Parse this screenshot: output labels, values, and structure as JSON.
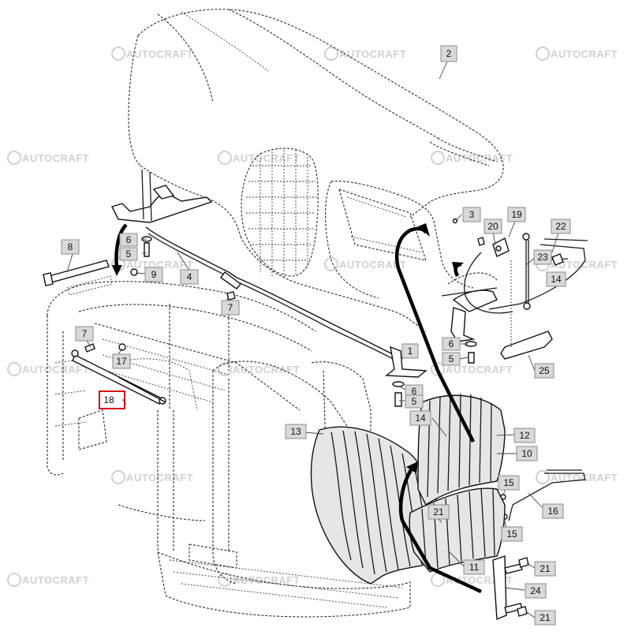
{
  "watermark": {
    "text": "AUTOCRAFT",
    "logo": "autocraft-logo"
  },
  "callouts": [
    {
      "id": "c2",
      "label": "2"
    },
    {
      "id": "c3",
      "label": "3"
    },
    {
      "id": "c19",
      "label": "19"
    },
    {
      "id": "c20",
      "label": "20"
    },
    {
      "id": "c22",
      "label": "22"
    },
    {
      "id": "c23",
      "label": "23"
    },
    {
      "id": "c14a",
      "label": "14"
    },
    {
      "id": "c8",
      "label": "8"
    },
    {
      "id": "c6a",
      "label": "6"
    },
    {
      "id": "c5a",
      "label": "5"
    },
    {
      "id": "c9",
      "label": "9"
    },
    {
      "id": "c4",
      "label": "4"
    },
    {
      "id": "c7a",
      "label": "7"
    },
    {
      "id": "c7b",
      "label": "7"
    },
    {
      "id": "c17",
      "label": "17"
    },
    {
      "id": "c1",
      "label": "1"
    },
    {
      "id": "c6b",
      "label": "6"
    },
    {
      "id": "c5b",
      "label": "5"
    },
    {
      "id": "c6c",
      "label": "6"
    },
    {
      "id": "c5c",
      "label": "5"
    },
    {
      "id": "c25",
      "label": "25"
    },
    {
      "id": "c18",
      "label": "18"
    },
    {
      "id": "c14b",
      "label": "14"
    },
    {
      "id": "c13",
      "label": "13"
    },
    {
      "id": "c12",
      "label": "12"
    },
    {
      "id": "c10",
      "label": "10"
    },
    {
      "id": "c15a",
      "label": "15"
    },
    {
      "id": "c15b",
      "label": "15"
    },
    {
      "id": "c16",
      "label": "16"
    },
    {
      "id": "c21a",
      "label": "21"
    },
    {
      "id": "c11",
      "label": "11"
    },
    {
      "id": "c21b",
      "label": "21"
    },
    {
      "id": "c24",
      "label": "24"
    },
    {
      "id": "c21c",
      "label": "21"
    }
  ],
  "highlighted_callout": "18"
}
